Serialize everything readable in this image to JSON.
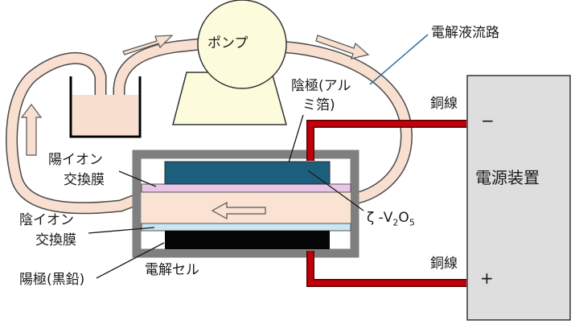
{
  "labels": {
    "pump": "ポンプ",
    "flow_path": "電解液流路",
    "cathode_line1": "陰極(アル",
    "cathode_line2": "ミ箔)",
    "copper_top": "銅線",
    "copper_bottom": "銅線",
    "minus": "−",
    "plus": "+",
    "power_supply": "電源装置",
    "cation_membrane_line1": "陽イオン",
    "cation_membrane_line2": "交換膜",
    "anion_membrane_line1": "陰イオン",
    "anion_membrane_line2": "交換膜",
    "anode": "陽極(黒鉛)",
    "cell": "電解セル",
    "vanadium_prefix": "ζ -V",
    "vanadium_sub1": "2",
    "vanadium_mid": "O",
    "vanadium_sub2": "5"
  },
  "colors": {
    "tube_fill": "#f8dfcf",
    "tube_stroke": "#4a4a4a",
    "wire": "#c0000b",
    "cathode": "#1c5f7c",
    "anode": "#050505",
    "cation_membrane": "#e9c6e8",
    "anion_membrane": "#c8e6f5",
    "cell_frame": "#7f7f7f",
    "power_box": "#dedede",
    "leader_blue": "#2f6fa0"
  }
}
